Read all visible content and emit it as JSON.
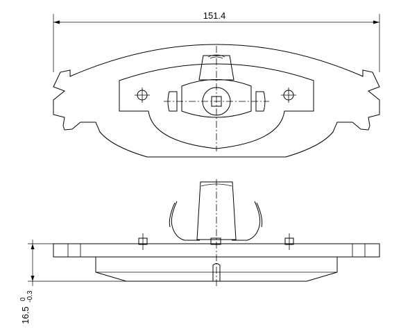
{
  "dimensions": {
    "width_value": "151.4",
    "thickness_value": "16.5",
    "tolerance_upper": "0",
    "tolerance_lower": "-0.3"
  }
}
